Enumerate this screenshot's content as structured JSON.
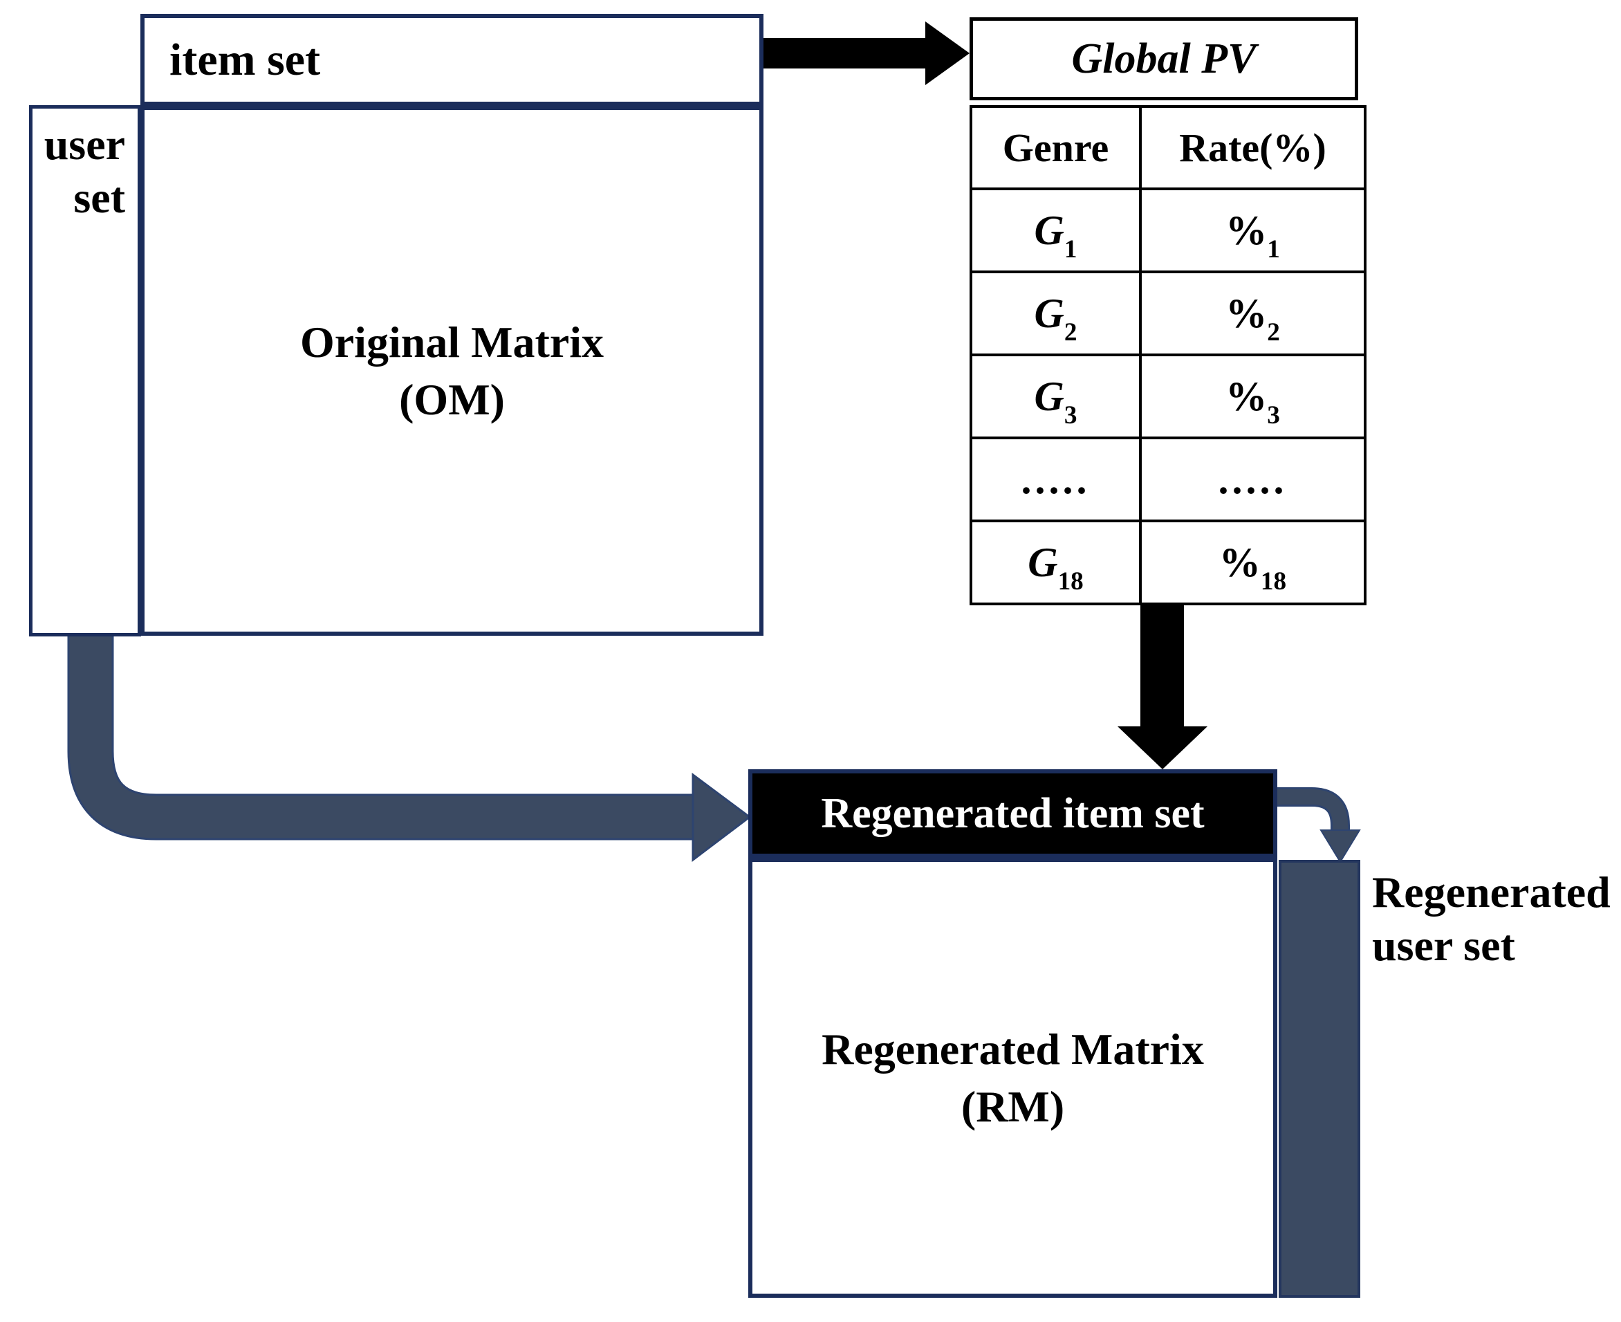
{
  "om_section": {
    "item_set_label": "item set",
    "user_set_lines": [
      "user",
      "set"
    ],
    "matrix_title_lines": [
      "Original Matrix",
      "(OM)"
    ]
  },
  "global_pv": {
    "title": "Global PV",
    "columns": [
      "Genre",
      "Rate(%)"
    ],
    "rows": [
      {
        "genre_base": "G",
        "genre_sub": "1",
        "rate_base": "%",
        "rate_sub": "1"
      },
      {
        "genre_base": "G",
        "genre_sub": "2",
        "rate_base": "%",
        "rate_sub": "2"
      },
      {
        "genre_base": "G",
        "genre_sub": "3",
        "rate_base": "%",
        "rate_sub": "3"
      },
      {
        "genre_base": ".....",
        "genre_sub": "",
        "rate_base": ".....",
        "rate_sub": ""
      },
      {
        "genre_base": "G",
        "genre_sub": "18",
        "rate_base": "%",
        "rate_sub": "18"
      }
    ]
  },
  "rm_section": {
    "item_set_label": "Regenerated item set",
    "user_set_lines": [
      "Regenerated",
      "user set"
    ],
    "matrix_title_lines": [
      "Regenerated Matrix",
      "(RM)"
    ]
  },
  "colors": {
    "matrix_border_navy": "#1B2D5B",
    "table_border_black": "#000000",
    "arrow_black": "#000000",
    "arrow_slate_fill": "#3B4A62",
    "arrow_slate_outline": "#2E4470",
    "regenerated_header_bg": "#000000",
    "regenerated_header_text": "#FFFFFF"
  }
}
